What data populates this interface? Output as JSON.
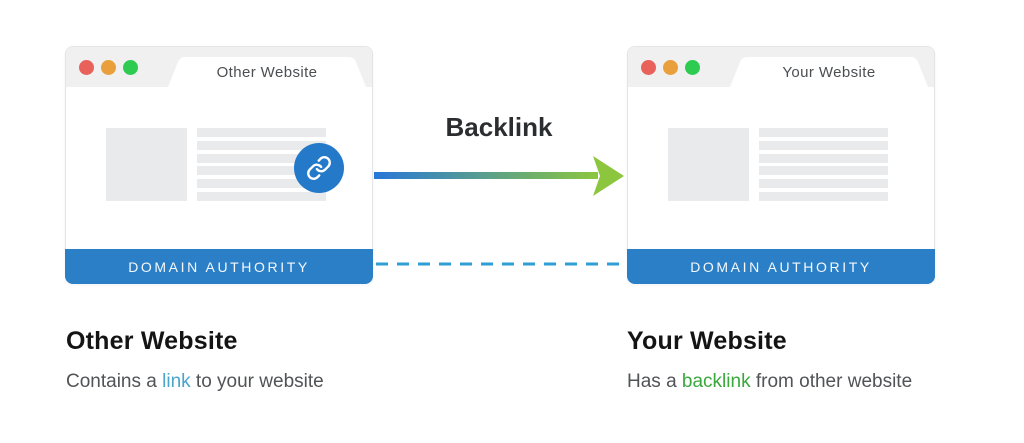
{
  "diagram": {
    "arrow": {
      "label": "Backlink"
    },
    "windows": {
      "left": {
        "tab_title": "Other Website",
        "footer_label": "DOMAIN AUTHORITY"
      },
      "right": {
        "tab_title": "Your Website",
        "footer_label": "DOMAIN AUTHORITY"
      }
    },
    "captions": {
      "left": {
        "title": "Other Website",
        "text_before": "Contains a ",
        "highlight": "link",
        "text_after": " to your website"
      },
      "right": {
        "title": "Your Website",
        "text_before": "Has a ",
        "highlight": "backlink",
        "text_after": " from other website"
      }
    },
    "colors": {
      "footer_bar": "#2b7fc7",
      "link_badge": "#2479c9",
      "arrow_start": "#2878d8",
      "arrow_end": "#8cc63e",
      "dashed_connector": "#2d9fd4",
      "highlight_link": "#4aa4cc",
      "highlight_backlink": "#3aa83c",
      "dot_red": "#e8625b",
      "dot_orange": "#e9a03c",
      "dot_green": "#2ecb52"
    }
  }
}
